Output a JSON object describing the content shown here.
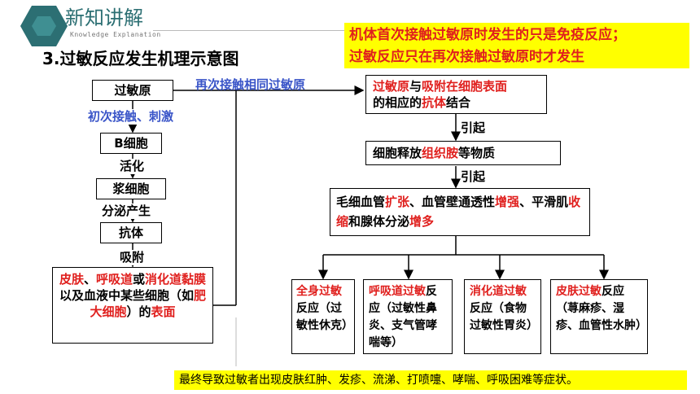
{
  "header": {
    "title": "新知讲解",
    "subtitle": "Knowledge Explanation",
    "section_title": "3.过敏反应发生机理示意图"
  },
  "note": {
    "line1": "机体首次接触过敏原时发生的只是免疫反应；",
    "line2": "过敏反应只在再次接触过敏原时才发生"
  },
  "left_chain": {
    "allergen": "过敏原",
    "first_contact": "初次接触、刺激",
    "b_cell": "B细胞",
    "activate": "活化",
    "plasma_cell": "浆细胞",
    "secrete": "分泌产生",
    "antibody": "抗体",
    "adsorb": "吸附",
    "surface": {
      "p1": "皮肤",
      "p2": "、",
      "p3": "呼吸道",
      "p4": "或",
      "p5": "消化道黏膜",
      "p6": "以及血液中某些细胞（如",
      "p7": "肥大细胞",
      "p8": "）的",
      "p9": "表面"
    }
  },
  "recontact_label": "再次接触相同过敏原",
  "right_chain": {
    "binding": {
      "p1": "过敏原",
      "p2": "与",
      "p3": "吸附在细胞表面",
      "p4": "的相应的",
      "p5": "抗体",
      "p6": "结合"
    },
    "cause1": "引起",
    "release": {
      "p1": "细胞释放",
      "p2": "组织胺",
      "p3": "等物质"
    },
    "cause2": "引起",
    "effects": {
      "p1": "毛细血管",
      "p2": "扩张",
      "p3": "、血管壁通透性",
      "p4": "增强",
      "p5": "、平滑肌",
      "p6": "收缩",
      "p7": "和腺体分泌",
      "p8": "增多"
    }
  },
  "reactions": [
    {
      "red": "全身过敏",
      "black": "反应（过敏性休克）"
    },
    {
      "red": "呼吸道过敏",
      "black": "反应（过敏性鼻炎、支气管哮喘等）"
    },
    {
      "red": "消化道过敏",
      "black": "反应（食物过敏性胃炎）"
    },
    {
      "red": "皮肤过敏",
      "black": "反应（荨麻疹、湿疹、血管性水肿）"
    }
  ],
  "conclusion": "最终导致过敏者出现皮肤红肿、发疹、流涕、打喷嚏、哮喘、呼吸困难等症状。",
  "colors": {
    "accent_red": "#e0201e",
    "label_blue": "#3a55c8",
    "note_bg": "#ffff00",
    "logo_teal": "#2c6f73"
  }
}
